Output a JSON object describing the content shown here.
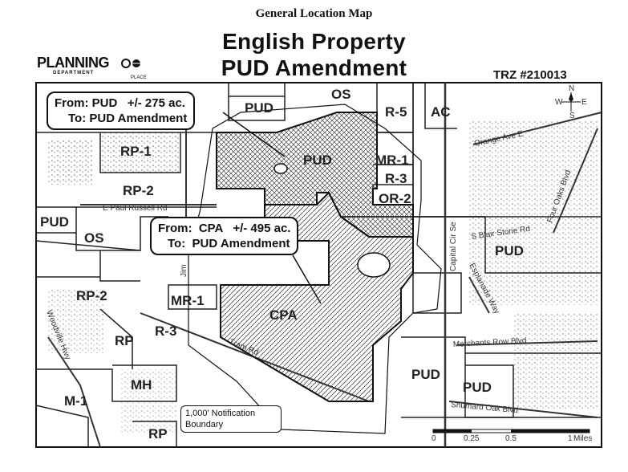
{
  "header": {
    "top_title": "General Location Map",
    "title_line1": "English Property",
    "title_line2": "PUD Amendment",
    "trz": "TRZ #210013"
  },
  "logo": {
    "text": "PLANNING",
    "sub": "DEPARTMENT",
    "place": "PLACE"
  },
  "callouts": {
    "pud_from": "From: PUD   +/- 275 ac.",
    "pud_to": "To: PUD Amendment",
    "cpa_from": "From:  CPA   +/- 495 ac.",
    "cpa_to": "To:  PUD Amendment",
    "notification": "1,000' Notification Boundary"
  },
  "zoning": {
    "os_top": "OS",
    "pud_top": "PUD",
    "r5": "R-5",
    "ac": "AC",
    "rp1": "RP-1",
    "pud_subject": "PUD",
    "mr1_right": "MR-1",
    "r3_right": "R-3",
    "or2": "OR-2",
    "rp2_top": "RP-2",
    "pud_left": "PUD",
    "os_left": "OS",
    "rp2_left": "RP-2",
    "mr1_left": "MR-1",
    "rp": "RP",
    "r3_left": "R-3",
    "cpa": "CPA",
    "mh": "MH",
    "m1": "M-1",
    "rp_bottom": "RP",
    "pud_east": "PUD",
    "pud_se1": "PUD",
    "pud_se2": "PUD"
  },
  "roads": {
    "orange": "Orange Ave E",
    "four_oaks": "Four Oaks Blvd",
    "paul_russell": "E Paul Russell Rd",
    "blair_stone": "S Blair Stone Rd",
    "capital_cir": "Capital Cir Se",
    "esplanade": "Esplanade Way",
    "woodville": "Woodville Hwy",
    "trail": "Tram Rd",
    "merchants": "Merchants Row Blvd",
    "shumard": "Shumard Oak Blvd",
    "jim": "Jim"
  },
  "compass": {
    "n": "N",
    "s": "S",
    "e": "E",
    "w": "W"
  },
  "scale": {
    "t0": "0",
    "t1": "0.25",
    "t2": "0.5",
    "t3": "1",
    "unit": "Miles"
  }
}
